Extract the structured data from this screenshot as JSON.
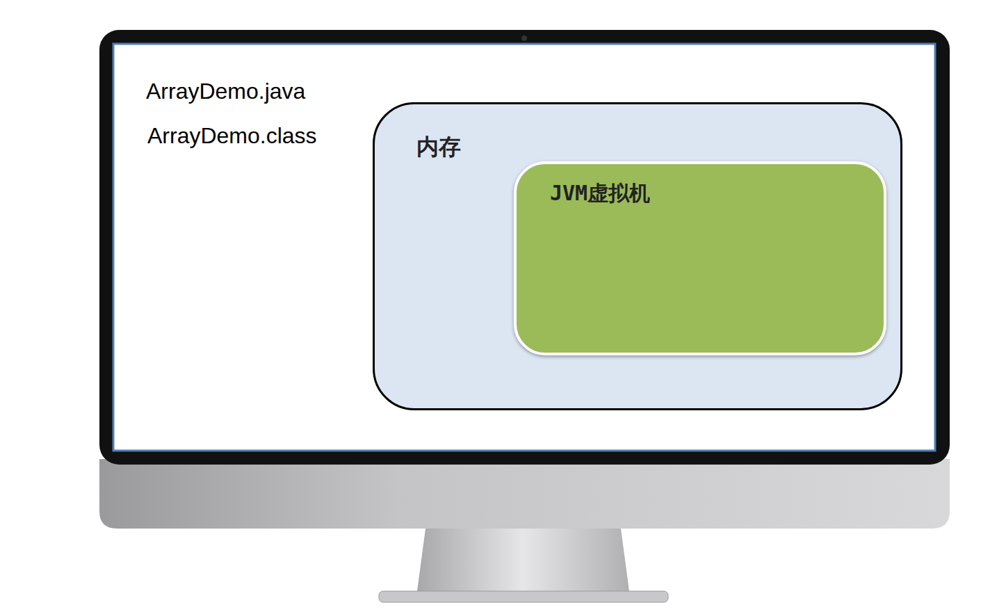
{
  "diagram": {
    "nodes": [
      {
        "text": [
          "内存"
        ]
      },
      {
        "text": [
          "JVM虚拟机"
        ],
        "in": 0
      }
    ],
    "labels": [
      "ArrayDemo.java",
      "ArrayDemo.class"
    ]
  }
}
